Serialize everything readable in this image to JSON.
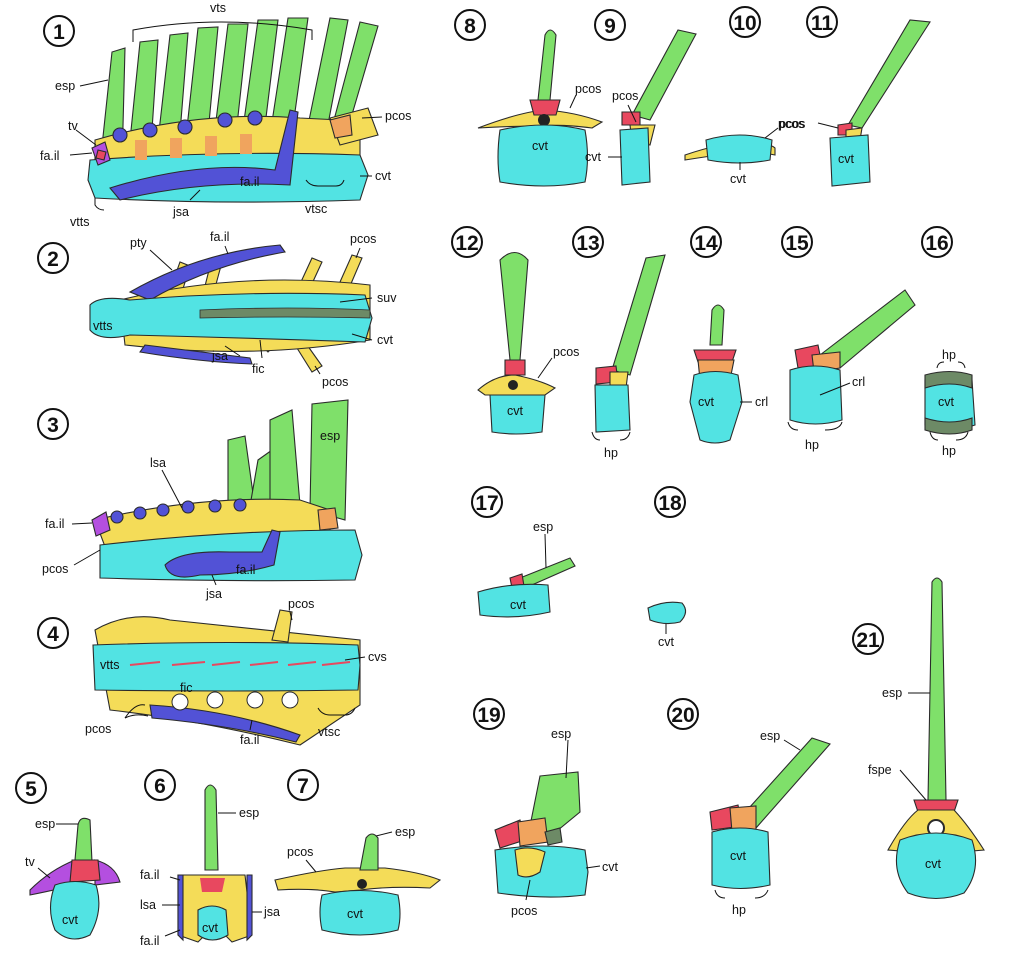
{
  "palette": {
    "spine": "#7fe06a",
    "centrum": "#52e3e3",
    "arch": "#f4dc58",
    "pedicle": "#f0a45e",
    "facet": "#e8485f",
    "ilium": "#5252d6",
    "trans": "#b44fe0",
    "dark": "#6d8a66"
  },
  "panels": {
    "p1": {
      "number": "1",
      "labels": {
        "vts": "vts",
        "esp": "esp",
        "tv": "tv",
        "fail": "fa.il",
        "vtts": "vtts",
        "jsa": "jsa",
        "fail2": "fa.il",
        "pcos": "pcos",
        "cvt": "cvt",
        "vtsc": "vtsc"
      }
    },
    "p2": {
      "number": "2",
      "labels": {
        "pty": "pty",
        "fail": "fa.il",
        "pcos": "pcos",
        "suv": "suv",
        "vtts": "vtts",
        "cvt": "cvt",
        "jsa": "jsa",
        "fic": "fic",
        "pcos2": "pcos"
      }
    },
    "p3": {
      "number": "3",
      "labels": {
        "lsa": "lsa",
        "esp": "esp",
        "fail": "fa.il",
        "pcos": "pcos",
        "fail2": "fa.il",
        "jsa": "jsa"
      }
    },
    "p4": {
      "number": "4",
      "labels": {
        "pcos": "pcos",
        "vtts": "vtts",
        "cvs": "cvs",
        "fic": "fic",
        "pcos2": "pcos",
        "fail": "fa.il",
        "vtsc": "vtsc"
      }
    },
    "p5": {
      "number": "5",
      "labels": {
        "esp": "esp",
        "tv": "tv",
        "cvt": "cvt"
      }
    },
    "p6": {
      "number": "6",
      "labels": {
        "esp": "esp",
        "fail": "fa.il",
        "lsa": "lsa",
        "jsa": "jsa",
        "cvt": "cvt",
        "fail2": "fa.il"
      }
    },
    "p7": {
      "number": "7",
      "labels": {
        "esp": "esp",
        "pcos": "pcos",
        "cvt": "cvt"
      }
    },
    "p8": {
      "number": "8",
      "labels": {
        "pcos": "pcos",
        "cvt": "cvt"
      }
    },
    "p9": {
      "number": "9",
      "labels": {
        "pcos": "pcos",
        "cvt": "cvt"
      }
    },
    "p10": {
      "number": "10",
      "labels": {
        "pcos": "pcos",
        "cvt": "cvt"
      }
    },
    "p11": {
      "number": "11",
      "labels": {
        "pcos": "pcos",
        "cvt": "cvt"
      }
    },
    "p12": {
      "number": "12",
      "labels": {
        "pcos": "pcos",
        "cvt": "cvt"
      }
    },
    "p13": {
      "number": "13",
      "labels": {
        "hp": "hp"
      }
    },
    "p14": {
      "number": "14",
      "labels": {
        "cvt": "cvt",
        "crl": "crl"
      }
    },
    "p15": {
      "number": "15",
      "labels": {
        "crl": "crl",
        "hp": "hp"
      }
    },
    "p16": {
      "number": "16",
      "labels": {
        "hp": "hp",
        "cvt": "cvt",
        "hp2": "hp"
      }
    },
    "p17": {
      "number": "17",
      "labels": {
        "esp": "esp",
        "cvt": "cvt"
      }
    },
    "p18": {
      "number": "18",
      "labels": {
        "cvt": "cvt"
      }
    },
    "p19": {
      "number": "19",
      "labels": {
        "esp": "esp",
        "cvt": "cvt",
        "pcos": "pcos"
      }
    },
    "p20": {
      "number": "20",
      "labels": {
        "esp": "esp",
        "cvt": "cvt",
        "hp": "hp"
      }
    },
    "p21": {
      "number": "21",
      "labels": {
        "esp": "esp",
        "fspe": "fspe",
        "cvt": "cvt"
      }
    }
  }
}
